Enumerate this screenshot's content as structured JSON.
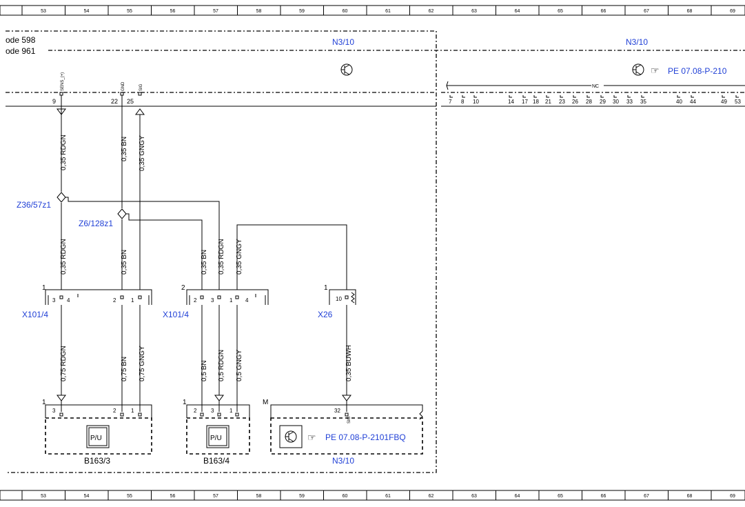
{
  "grid": {
    "columns": [
      "53",
      "54",
      "55",
      "56",
      "57",
      "58",
      "59",
      "60",
      "61",
      "62",
      "63",
      "64",
      "65",
      "66",
      "67",
      "68",
      "69"
    ]
  },
  "left_notes": {
    "code1": "ode 598",
    "code2": "ode 961"
  },
  "modules": {
    "n310_top_left": "N3/10",
    "n310_top_right": "N3/10",
    "n310_bottom": "N3/10",
    "pe_ref_top": "PE 07.08-P-210",
    "pe_ref_bottom": "PE 07.08-P-2101FBQ",
    "nc_label": "NC"
  },
  "pins_top": [
    {
      "num": "9",
      "sig": "SENS_(+)"
    },
    {
      "num": "22",
      "sig": "GND"
    },
    {
      "num": "25",
      "sig": "SIG"
    }
  ],
  "pin_row_right": [
    "7",
    "8",
    "10",
    "14",
    "17",
    "18",
    "21",
    "23",
    "26",
    "28",
    "29",
    "30",
    "33",
    "35",
    "40",
    "44",
    "49",
    "53"
  ],
  "wires": {
    "w1_top": "0,35 RDGN",
    "w2_top": "0,35 BN",
    "w3_top": "0,35 GNGY",
    "w1_mid": "0,35 RDGN",
    "w2_mid": "0,35 BN",
    "w4_mid": "0,35 BN",
    "w5_mid": "0,35 RDGN",
    "w6_mid": "0,35 GNGY",
    "w1_bot": "0,75 RDGN",
    "w2_bot": "0,75 BN",
    "w3_bot": "0,75 GNGY",
    "w4_bot": "0,5 BN",
    "w5_bot": "0,5 RDGN",
    "w6_bot": "0,5 GNGY",
    "w7_bot": "0,35 BUWH"
  },
  "splices": {
    "s1": "Z36/57z1",
    "s2": "Z6/128z1"
  },
  "connectors": {
    "x1014_left": "X101/4",
    "x1014_right": "X101/4",
    "x26": "X26",
    "c1_pins": [
      "3",
      "4",
      "2",
      "1"
    ],
    "c1_num": "1",
    "c2_pins": [
      "2",
      "3",
      "1",
      "4"
    ],
    "c2_num": "2",
    "x26_pin": "10",
    "x26_num": "1"
  },
  "components": {
    "b1633": "B163/3",
    "b1634": "B163/4",
    "b1633_pins": [
      "3",
      "2",
      "1"
    ],
    "b1634_pins": [
      "2",
      "3",
      "1"
    ],
    "b1633_num": "1",
    "b1634_num": "1",
    "n310_pin": "32",
    "n310_sig": "SIG",
    "n310_m": "M",
    "pu_symbol": "P/U"
  }
}
